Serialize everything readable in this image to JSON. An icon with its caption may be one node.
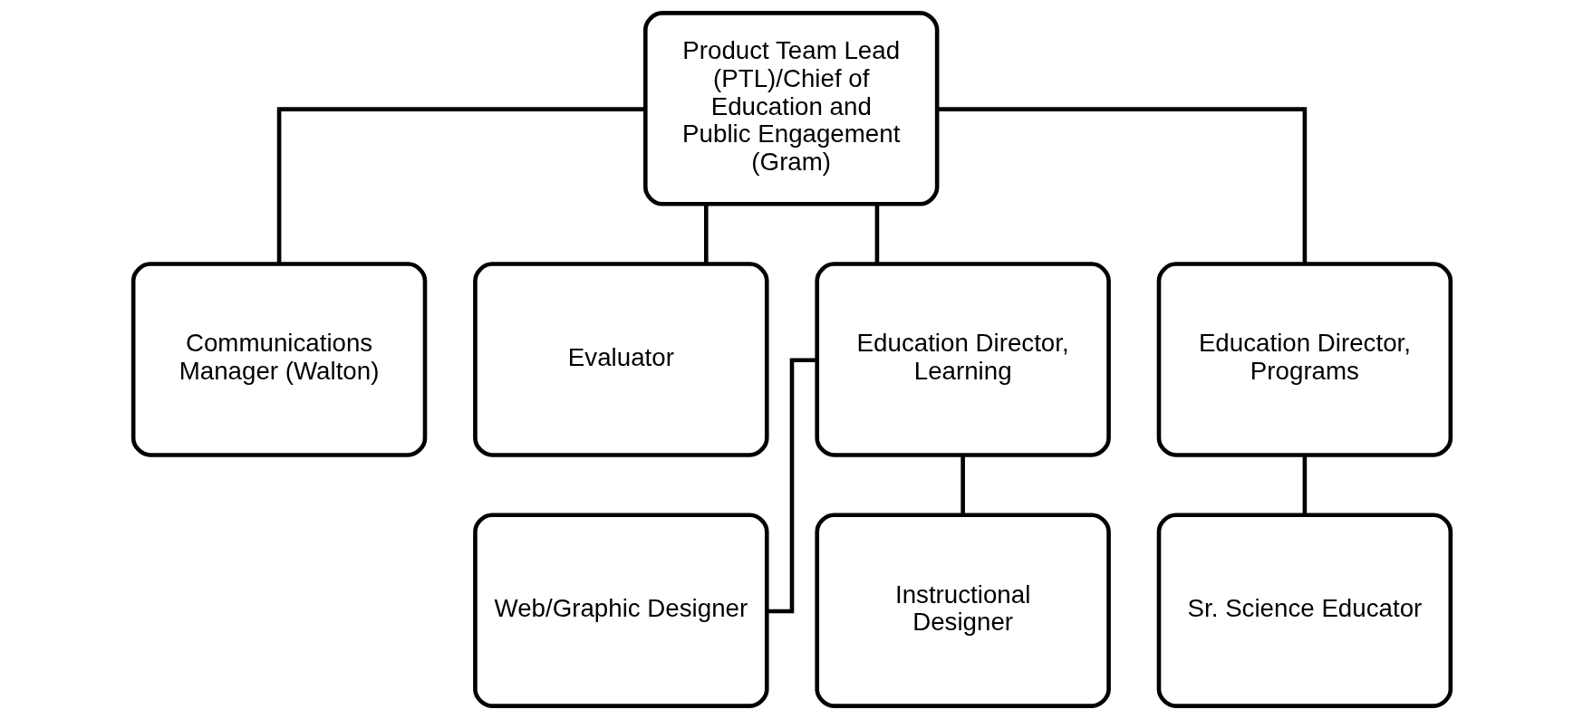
{
  "diagram": {
    "nodes": [
      {
        "text": [
          "Product Team Lead (PTL)/Chief of Education and Public Engagement (Gram)"
        ]
      },
      {
        "text": [
          "Communications Manager (Walton)"
        ]
      },
      {
        "text": [
          "Evaluator"
        ]
      },
      {
        "text": [
          "Education Director, Learning"
        ]
      },
      {
        "text": [
          "Education Director, Programs"
        ]
      },
      {
        "text": [
          "Web/Graphic Designer"
        ]
      },
      {
        "text": [
          "Instructional Designer"
        ]
      },
      {
        "text": [
          "Sr. Science Educator"
        ]
      }
    ],
    "edges": [
      {
        "from": 0,
        "to": 1,
        "arrow": "none"
      },
      {
        "from": 0,
        "to": 2,
        "arrow": "none"
      },
      {
        "from": 0,
        "to": 3,
        "arrow": "none"
      },
      {
        "from": 0,
        "to": 4,
        "arrow": "none"
      },
      {
        "from": 3,
        "to": 5,
        "arrow": "none"
      },
      {
        "from": 3,
        "to": 6,
        "arrow": "none"
      },
      {
        "from": 4,
        "to": 7,
        "arrow": "none"
      }
    ]
  }
}
